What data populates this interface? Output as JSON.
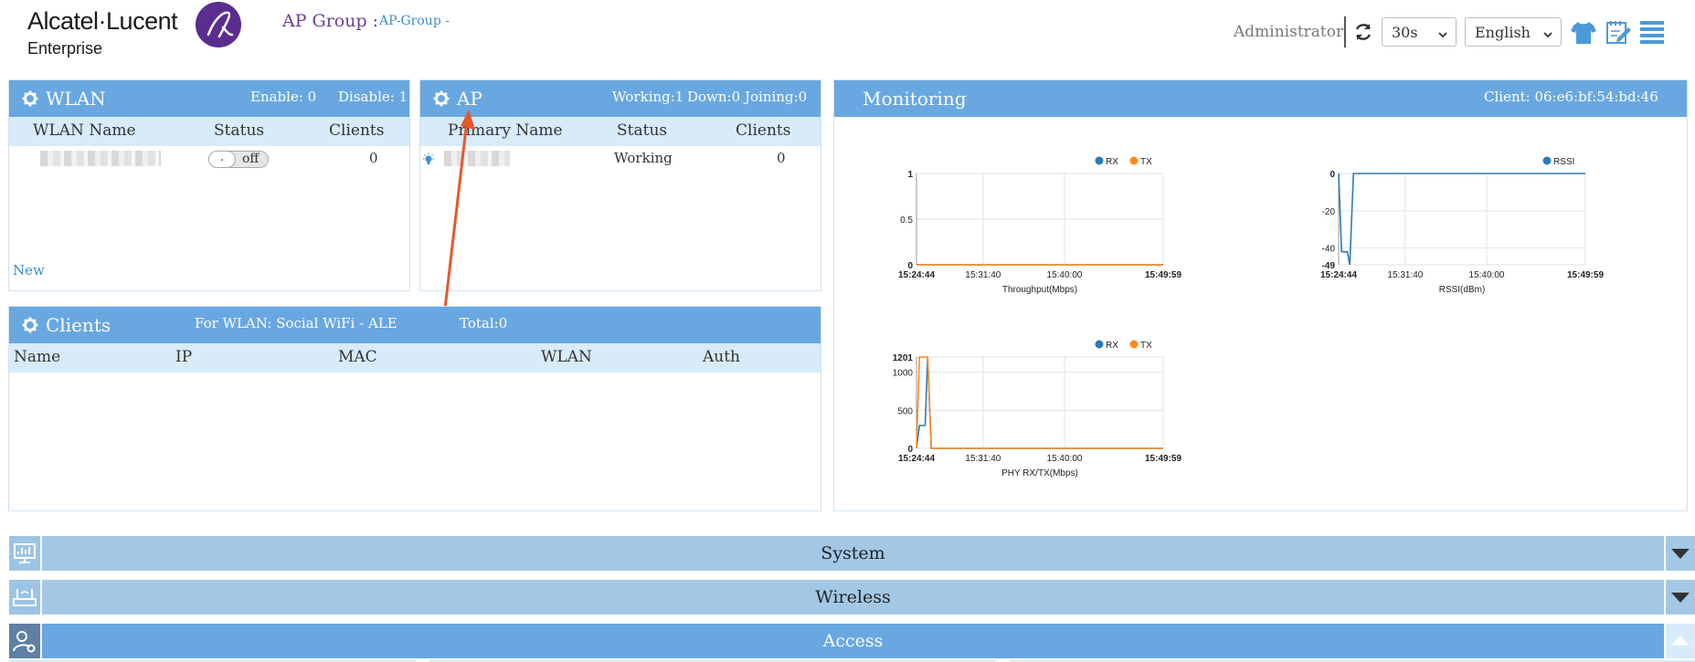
{
  "header": {
    "logo_name": "Alcatel·Lucent",
    "logo_sub": "Enterprise",
    "ap_group_label": "AP Group :",
    "ap_group_value": "AP-Group -",
    "user": "Administrator",
    "refresh_interval": "30s",
    "language": "English",
    "icons": [
      "refresh-icon",
      "shirt-icon",
      "note-edit-icon",
      "menu-icon"
    ]
  },
  "wlan": {
    "title": "WLAN",
    "enable": "Enable: 0",
    "disable": "Disable: 1",
    "columns": [
      "WLAN Name",
      "Status",
      "Clients"
    ],
    "rows": [
      {
        "status_toggle": "off",
        "knob": ".",
        "clients": "0"
      }
    ],
    "new_link": "New"
  },
  "ap": {
    "title": "AP",
    "working": "Working:1",
    "down": "Down:0",
    "joining": "Joining:0",
    "columns": [
      "Primary Name",
      "Status",
      "Clients"
    ],
    "rows": [
      {
        "status": "Working",
        "clients": "0"
      }
    ]
  },
  "clients": {
    "title": "Clients",
    "for_wlan": "For WLAN: Social WiFi - ALE",
    "total": "Total:0",
    "columns": [
      "Name",
      "IP",
      "MAC",
      "WLAN",
      "Auth"
    ]
  },
  "monitoring": {
    "title": "Monitoring",
    "client": "Client: 06:e6:bf:54:bd:46"
  },
  "chart_data": [
    {
      "type": "line",
      "xlabel": "Throughput(Mbps)",
      "x_ticks": [
        "15:24:44",
        "15:31:40",
        "15:40:00",
        "15:49:59"
      ],
      "y_ticks": [
        "0",
        "0.5",
        "1"
      ],
      "ylim": [
        0,
        1
      ],
      "grid": true,
      "legend": "top-right",
      "series": [
        {
          "name": "RX",
          "color": "#2a7ab8",
          "values": [
            0,
            0,
            0,
            0
          ]
        },
        {
          "name": "TX",
          "color": "#ff8a1c",
          "values": [
            0,
            0,
            0,
            0
          ]
        }
      ]
    },
    {
      "type": "line",
      "xlabel": "RSSI(dBm)",
      "x_ticks": [
        "15:24:44",
        "15:31:40",
        "15:40:00",
        "15:49:59"
      ],
      "y_ticks": [
        "-49",
        "-40",
        "-20",
        "0"
      ],
      "ylim": [
        -49,
        0
      ],
      "grid": true,
      "legend": "top-right",
      "series": [
        {
          "name": "RSSI",
          "color": "#2a7ab8",
          "values": [
            0,
            -42,
            -42,
            -49,
            0,
            0,
            0
          ]
        }
      ]
    },
    {
      "type": "line",
      "xlabel": "PHY RX/TX(Mbps)",
      "x_ticks": [
        "15:24:44",
        "15:31:40",
        "15:40:00",
        "15:49:59"
      ],
      "y_ticks": [
        "0",
        "500",
        "1000",
        "1201"
      ],
      "ylim": [
        0,
        1201
      ],
      "grid": true,
      "legend": "top-right",
      "series": [
        {
          "name": "RX",
          "color": "#2a7ab8",
          "values": [
            0,
            300,
            300,
            1201,
            0,
            0,
            0
          ]
        },
        {
          "name": "TX",
          "color": "#ff8a1c",
          "values": [
            0,
            1201,
            1201,
            1201,
            0,
            0,
            0
          ]
        }
      ]
    }
  ],
  "sections": [
    {
      "label": "System",
      "icon": "monitor-icon",
      "expanded": false
    },
    {
      "label": "Wireless",
      "icon": "router-icon",
      "expanded": false
    },
    {
      "label": "Access",
      "icon": "user-gear-icon",
      "expanded": true
    }
  ],
  "colors": {
    "panel_header": "#69a7e0",
    "column_bar": "#d7ebf8",
    "accent_link": "#3d8ed0",
    "arrow": "#e8572a"
  }
}
